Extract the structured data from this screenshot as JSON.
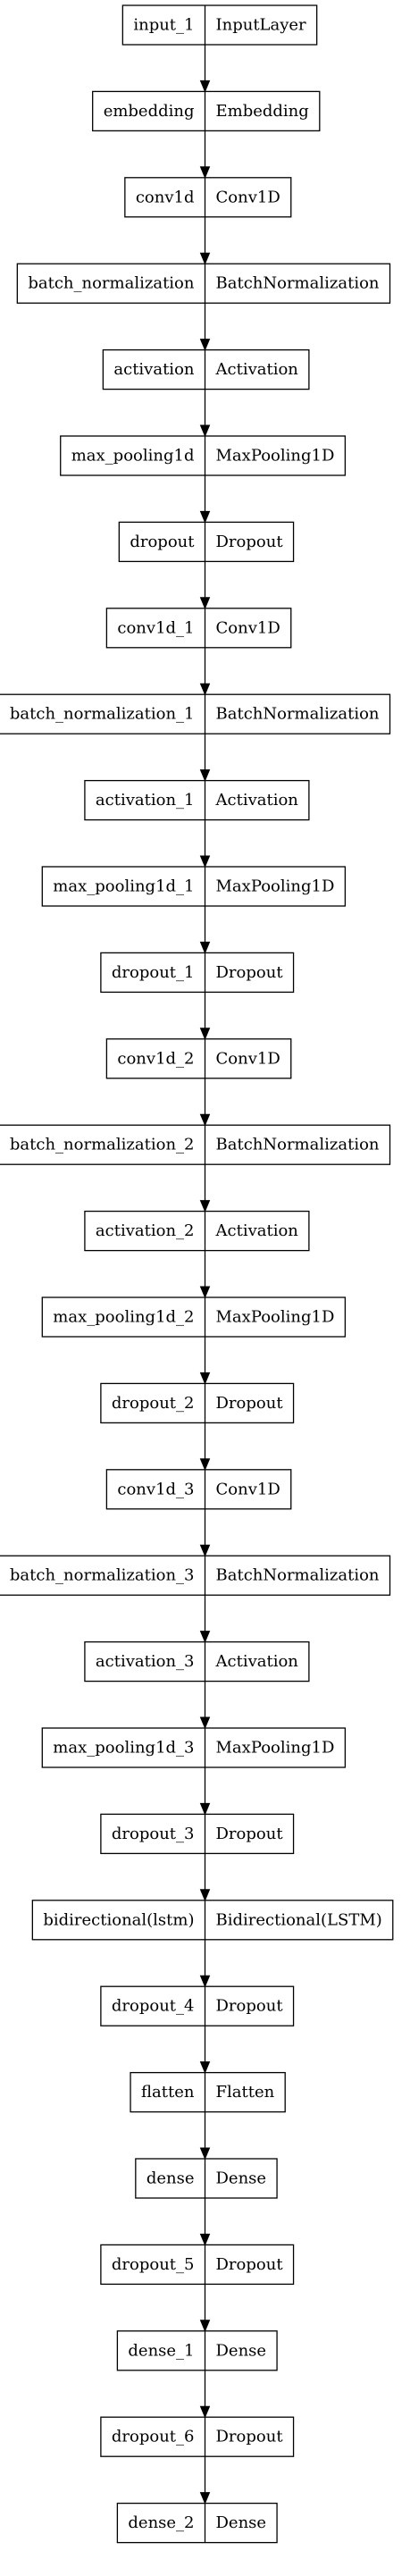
{
  "layers": [
    {
      "name": "input_1",
      "type": "InputLayer"
    },
    {
      "name": "embedding",
      "type": "Embedding"
    },
    {
      "name": "conv1d",
      "type": "Conv1D"
    },
    {
      "name": "batch_normalization",
      "type": "BatchNormalization"
    },
    {
      "name": "activation",
      "type": "Activation"
    },
    {
      "name": "max_pooling1d",
      "type": "MaxPooling1D"
    },
    {
      "name": "dropout",
      "type": "Dropout"
    },
    {
      "name": "conv1d_1",
      "type": "Conv1D"
    },
    {
      "name": "batch_normalization_1",
      "type": "BatchNormalization"
    },
    {
      "name": "activation_1",
      "type": "Activation"
    },
    {
      "name": "max_pooling1d_1",
      "type": "MaxPooling1D"
    },
    {
      "name": "dropout_1",
      "type": "Dropout"
    },
    {
      "name": "conv1d_2",
      "type": "Conv1D"
    },
    {
      "name": "batch_normalization_2",
      "type": "BatchNormalization"
    },
    {
      "name": "activation_2",
      "type": "Activation"
    },
    {
      "name": "max_pooling1d_2",
      "type": "MaxPooling1D"
    },
    {
      "name": "dropout_2",
      "type": "Dropout"
    },
    {
      "name": "conv1d_3",
      "type": "Conv1D"
    },
    {
      "name": "batch_normalization_3",
      "type": "BatchNormalization"
    },
    {
      "name": "activation_3",
      "type": "Activation"
    },
    {
      "name": "max_pooling1d_3",
      "type": "MaxPooling1D"
    },
    {
      "name": "dropout_3",
      "type": "Dropout"
    },
    {
      "name": "bidirectional(lstm)",
      "type": "Bidirectional(LSTM)"
    },
    {
      "name": "dropout_4",
      "type": "Dropout"
    },
    {
      "name": "flatten",
      "type": "Flatten"
    },
    {
      "name": "dense",
      "type": "Dense"
    },
    {
      "name": "dropout_5",
      "type": "Dropout"
    },
    {
      "name": "dense_1",
      "type": "Dense"
    },
    {
      "name": "dropout_6",
      "type": "Dropout"
    },
    {
      "name": "dense_2",
      "type": "Dense"
    }
  ]
}
